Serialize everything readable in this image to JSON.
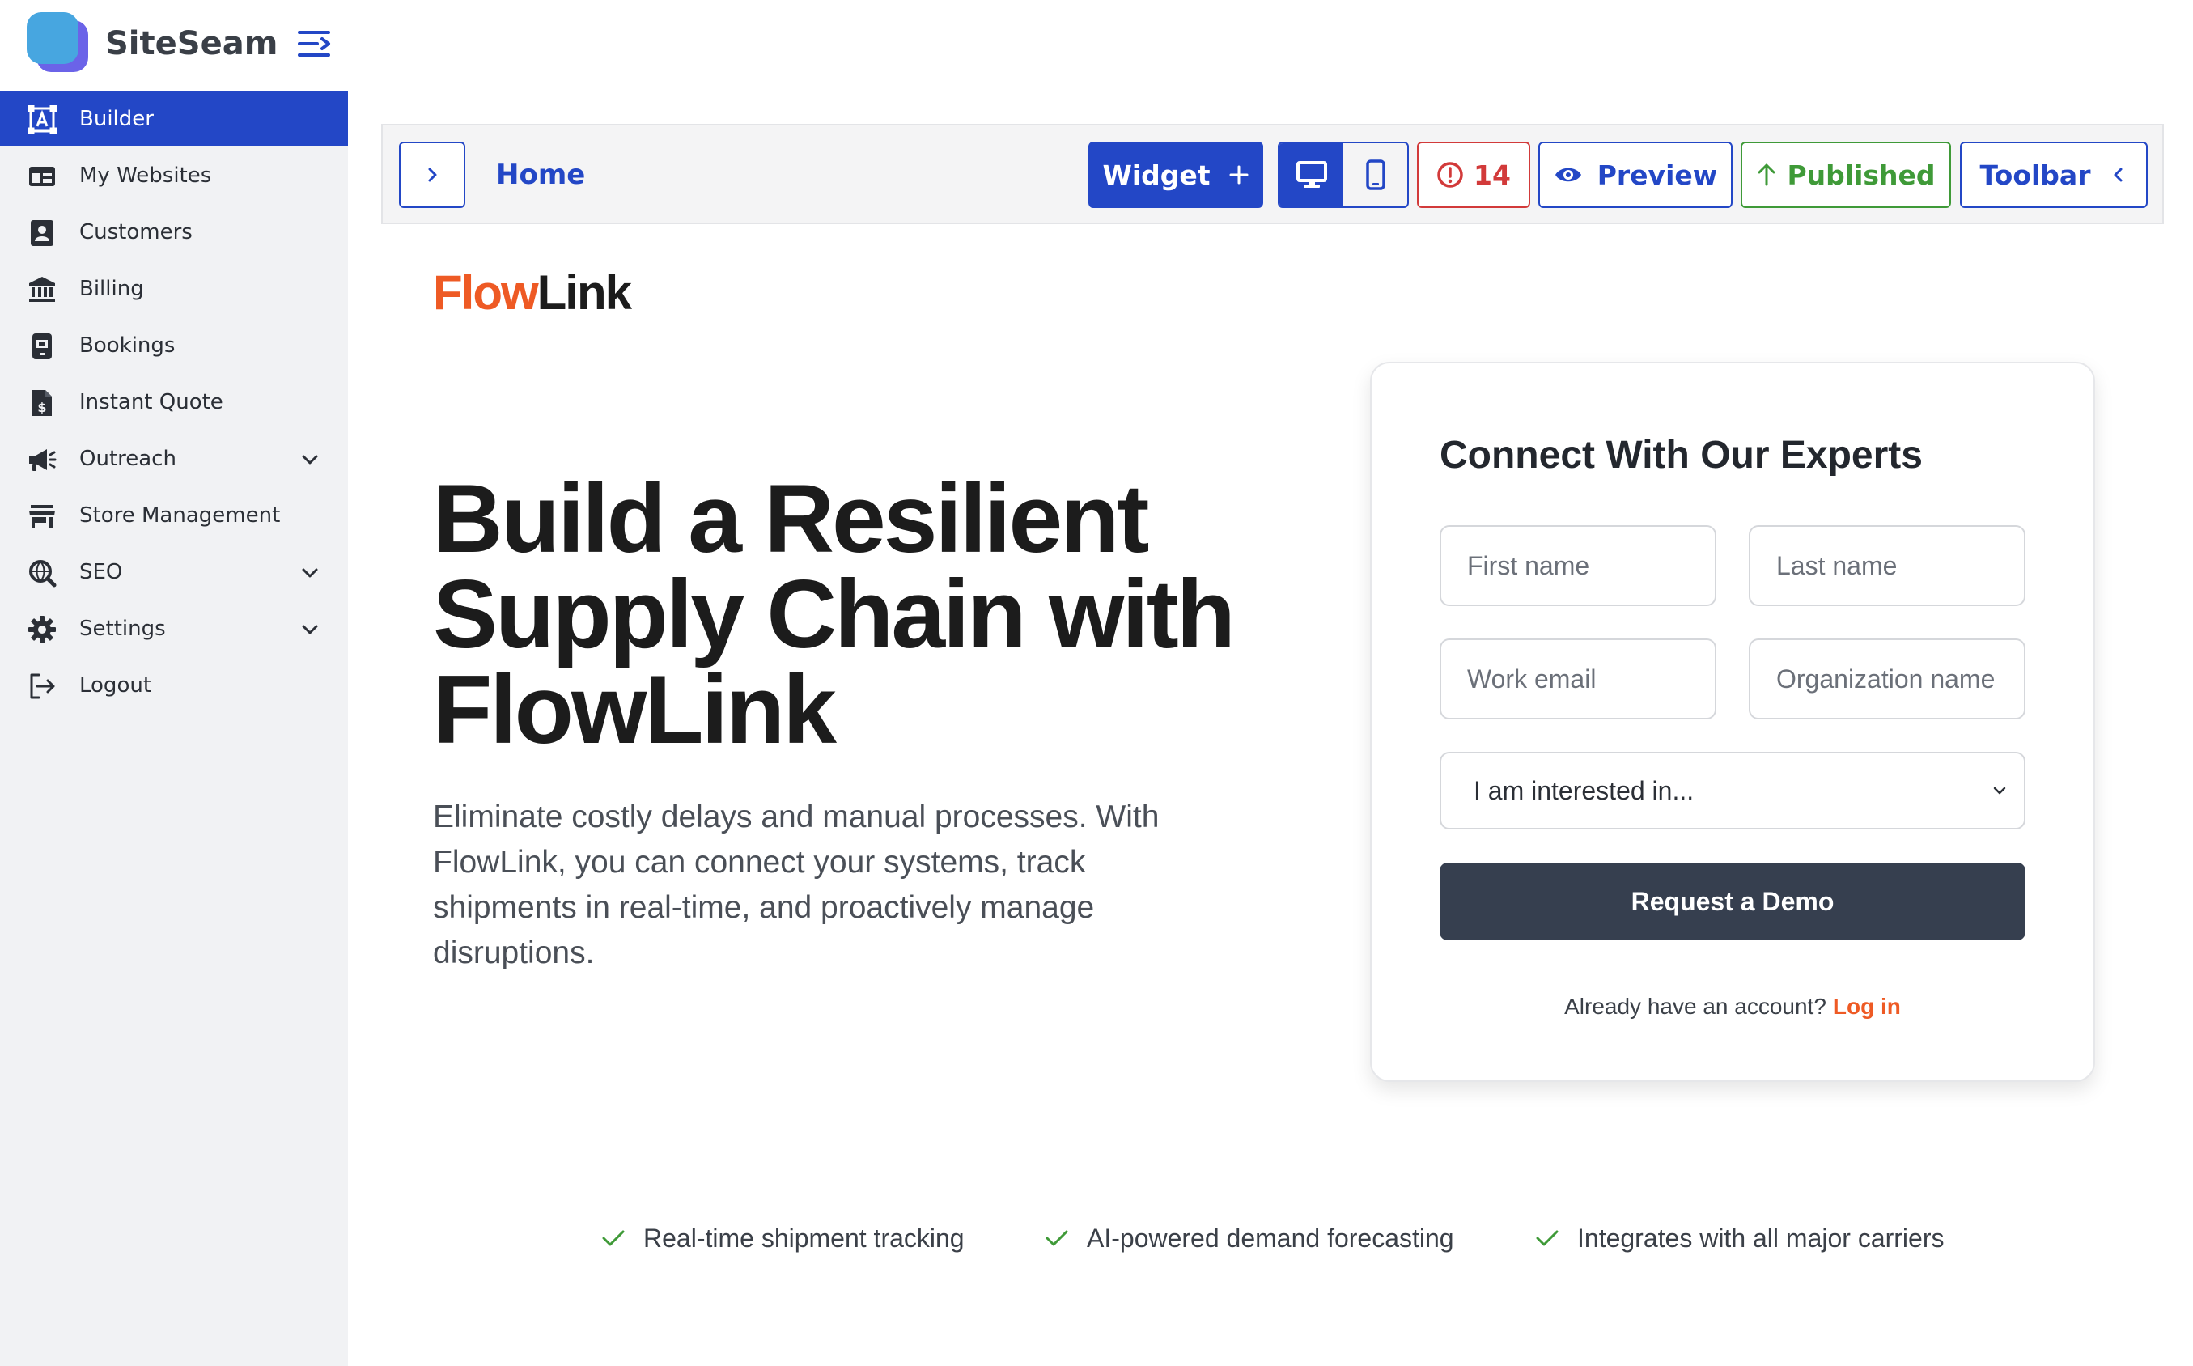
{
  "app": {
    "brand_name": "SiteSeam"
  },
  "sidebar": {
    "items": [
      {
        "label": "Builder",
        "icon": "builder-icon",
        "active": true
      },
      {
        "label": "My Websites",
        "icon": "websites-icon"
      },
      {
        "label": "Customers",
        "icon": "contacts-icon"
      },
      {
        "label": "Billing",
        "icon": "bank-icon"
      },
      {
        "label": "Bookings",
        "icon": "booking-icon"
      },
      {
        "label": "Instant Quote",
        "icon": "quote-document-icon"
      },
      {
        "label": "Outreach",
        "icon": "megaphone-icon",
        "expandable": true
      },
      {
        "label": "Store Management",
        "icon": "store-icon"
      },
      {
        "label": "SEO",
        "icon": "seo-search-icon",
        "expandable": true
      },
      {
        "label": "Settings",
        "icon": "gear-icon",
        "expandable": true
      },
      {
        "label": "Logout",
        "icon": "logout-icon"
      }
    ]
  },
  "toolbar": {
    "breadcrumb": "Home",
    "widget_label": "Widget",
    "issues_count": "14",
    "preview_label": "Preview",
    "published_label": "Published",
    "toolbar_label": "Toolbar",
    "device_modes": [
      "desktop",
      "mobile"
    ],
    "active_device": "desktop"
  },
  "page": {
    "logo_part1": "Flow",
    "logo_part2": "Link",
    "hero_title": "Build a Resilient Supply Chain with FlowLink",
    "hero_subtitle": "Eliminate costly delays and manual processes. With FlowLink, you can connect your systems, track shipments in real-time, and proactively manage disruptions.",
    "form": {
      "title": "Connect With Our Experts",
      "first_name_placeholder": "First name",
      "last_name_placeholder": "Last name",
      "email_placeholder": "Work email",
      "org_placeholder": "Organization name",
      "interest_selected": "I am interested in...",
      "submit_label": "Request a Demo",
      "login_prompt": "Already have an account?",
      "login_link": "Log in"
    },
    "features": [
      "Real-time shipment tracking",
      "AI-powered demand forecasting",
      "Integrates with all major carriers"
    ]
  },
  "colors": {
    "primary": "#2347c6",
    "accent_orange": "#ee5a24",
    "danger": "#d23a3a",
    "success": "#3f9a38",
    "dark_button": "#363f4f",
    "sidebar_bg": "#f1f2f4"
  }
}
